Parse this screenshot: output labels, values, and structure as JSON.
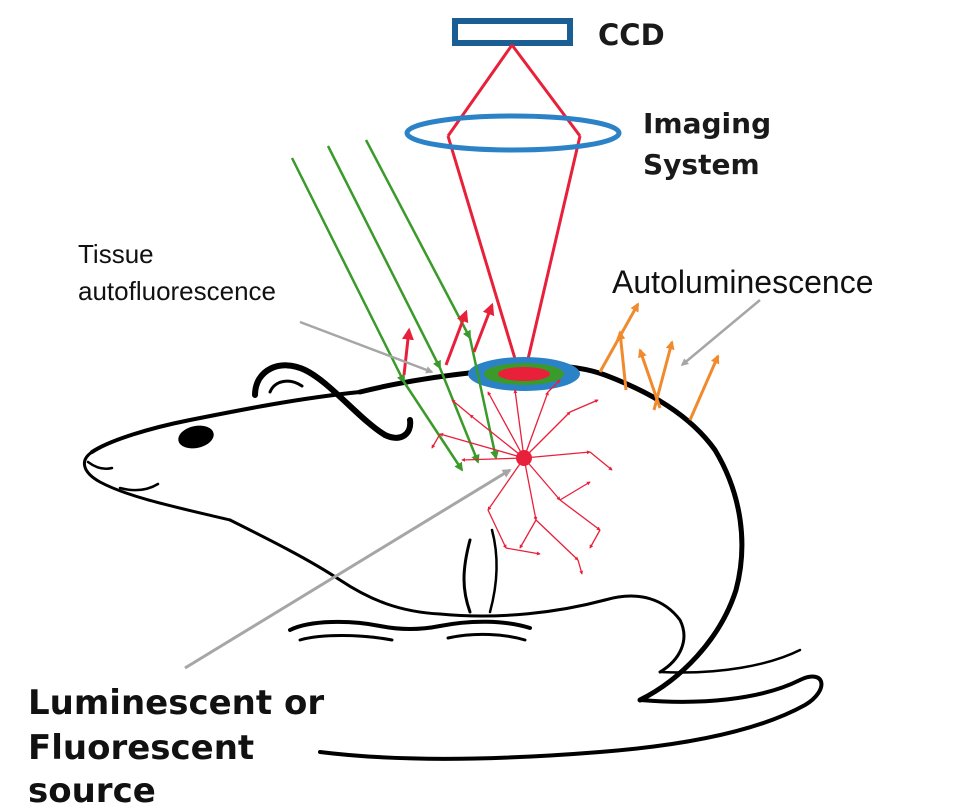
{
  "labels": {
    "ccd": "CCD",
    "imaging_line1": "Imaging",
    "imaging_line2": "System",
    "tissue_line1": "Tissue",
    "tissue_line2": "autofluorescence",
    "autoluminescence": "Autoluminescence",
    "source_line1": "Luminescent or",
    "source_line2": "Fluorescent",
    "source_line3": "source"
  },
  "colors": {
    "ccd_frame": "#1b5e93",
    "lens": "#2b82c6",
    "emission_light": "#e8203a",
    "excitation_light": "#3a9a2a",
    "autoluminescence": "#f08a2c",
    "pointer": "#a6a6a6",
    "outline": "#000000"
  }
}
